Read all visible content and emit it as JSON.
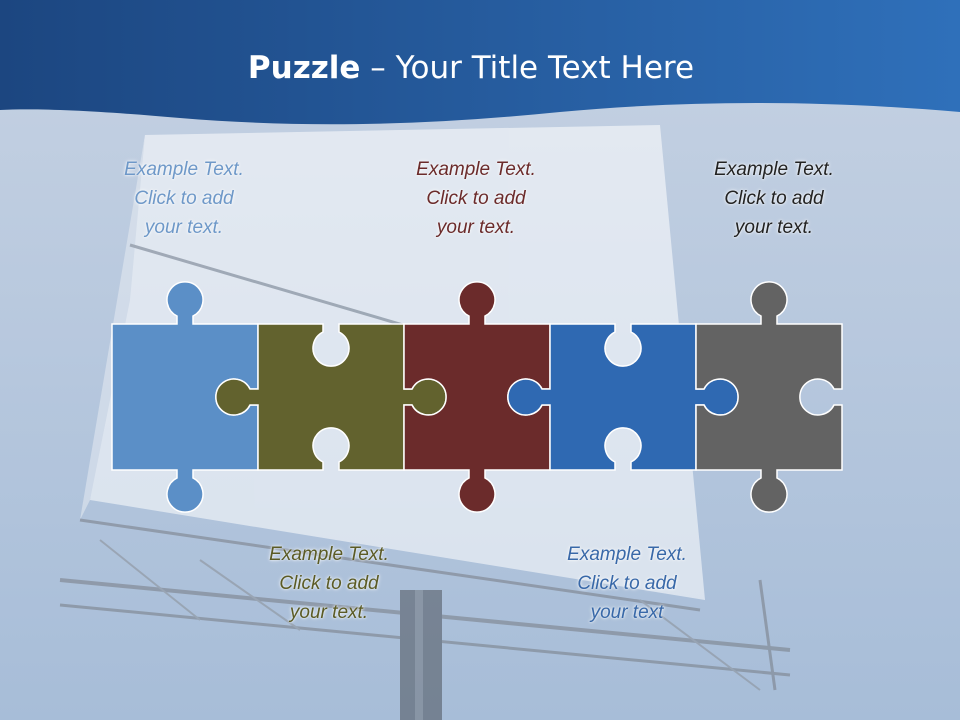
{
  "title": {
    "bold": "Puzzle",
    "rest": " – Your Title Text Here"
  },
  "colors": {
    "header_top": "#1f4e8c",
    "header_bottom": "#2e6fb8",
    "sky_top": "#bccbe0",
    "sky_bottom": "#9fb7d4",
    "piece1": "#5b8fc7",
    "piece2": "#62622e",
    "piece3": "#6b2b2b",
    "piece4": "#2f69b2",
    "piece5": "#636363"
  },
  "captions": [
    {
      "id": "caption-1",
      "lines": [
        "Example Text.",
        "Click  to add",
        "your text."
      ],
      "color": "#6e98c8"
    },
    {
      "id": "caption-3",
      "lines": [
        "Example Text.",
        "Click  to add",
        "your text."
      ],
      "color": "#6b2b2b"
    },
    {
      "id": "caption-5",
      "lines": [
        "Example Text.",
        "Click  to add",
        "your text."
      ],
      "color": "#222222"
    },
    {
      "id": "caption-2",
      "lines": [
        "Example Text.",
        "Click  to add",
        "your text."
      ],
      "color": "#5b5b25"
    },
    {
      "id": "caption-4",
      "lines": [
        "Example Text.",
        "Click  to add",
        "your text"
      ],
      "color": "#3868a8"
    }
  ],
  "pieces": [
    {
      "name": "puzzle-piece-1",
      "color_key": "piece1"
    },
    {
      "name": "puzzle-piece-2",
      "color_key": "piece2"
    },
    {
      "name": "puzzle-piece-3",
      "color_key": "piece3"
    },
    {
      "name": "puzzle-piece-4",
      "color_key": "piece4"
    },
    {
      "name": "puzzle-piece-5",
      "color_key": "piece5"
    }
  ]
}
